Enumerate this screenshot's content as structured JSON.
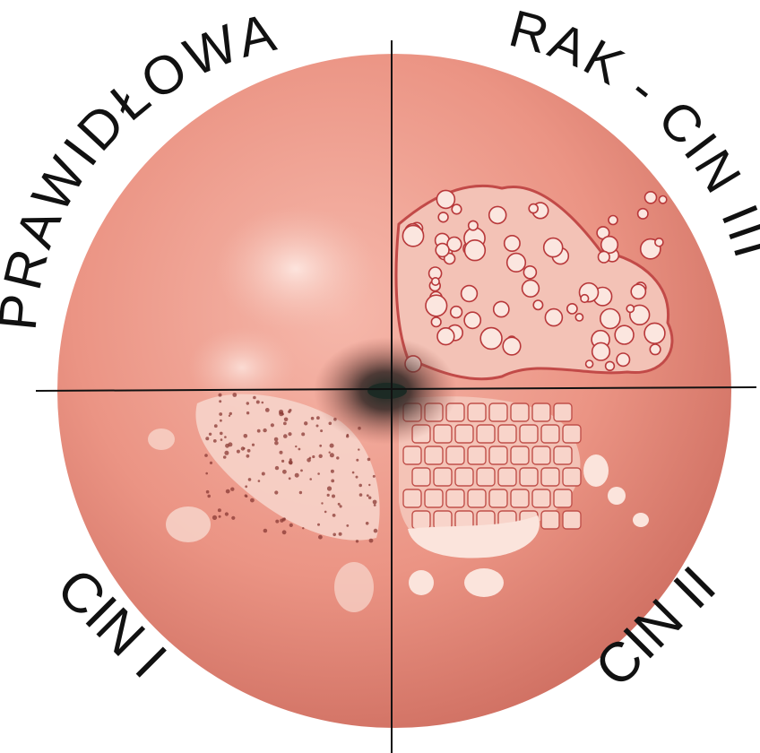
{
  "labels": {
    "top_left": "PRAWIDŁOWA",
    "top_right": "RAK - CIN III",
    "bottom_left": "CIN I",
    "bottom_right": "CIN II"
  },
  "colors": {
    "tissue": "#e98f80",
    "tissue_dark": "#c85f50",
    "lesion_white": "#fbe4dc",
    "lesion_edge": "#b8383a",
    "os": "#1c2a24",
    "divider": "#111111",
    "label": "#111111"
  }
}
